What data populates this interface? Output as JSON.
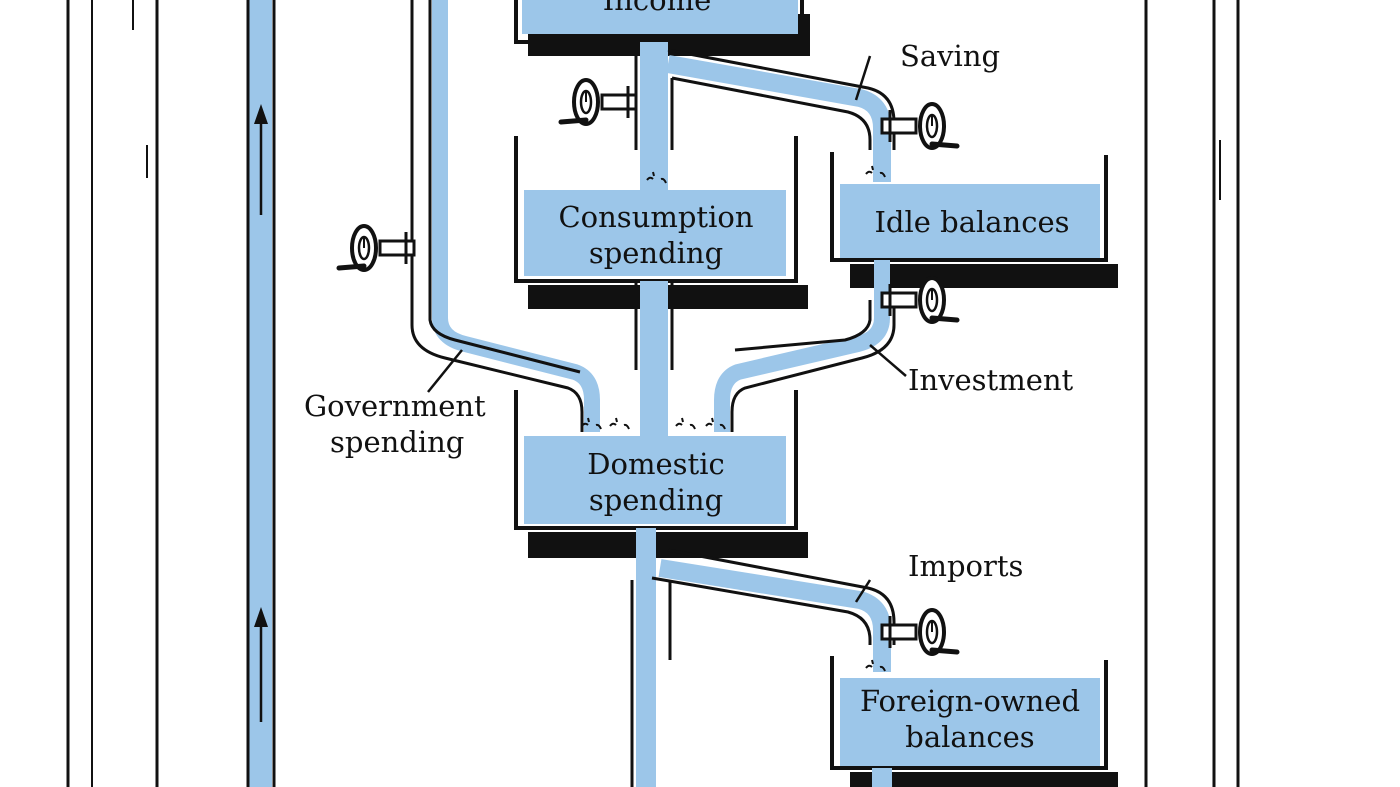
{
  "colors": {
    "water": "#9cc6e9",
    "outline": "#111111",
    "background": "#ffffff"
  },
  "tanks": {
    "income": "Income",
    "consumption": [
      "Consumption",
      "spending"
    ],
    "idle_balances": "Idle balances",
    "domestic": [
      "Domestic",
      "spending"
    ],
    "foreign_owned": [
      "Foreign-owned",
      "balances"
    ]
  },
  "flows": {
    "saving": "Saving",
    "investment": "Investment",
    "government": [
      "Government",
      "spending"
    ],
    "imports": "Imports"
  },
  "icons": {
    "valve": "valve-wheel-icon",
    "arrow": "up-arrow-icon"
  }
}
